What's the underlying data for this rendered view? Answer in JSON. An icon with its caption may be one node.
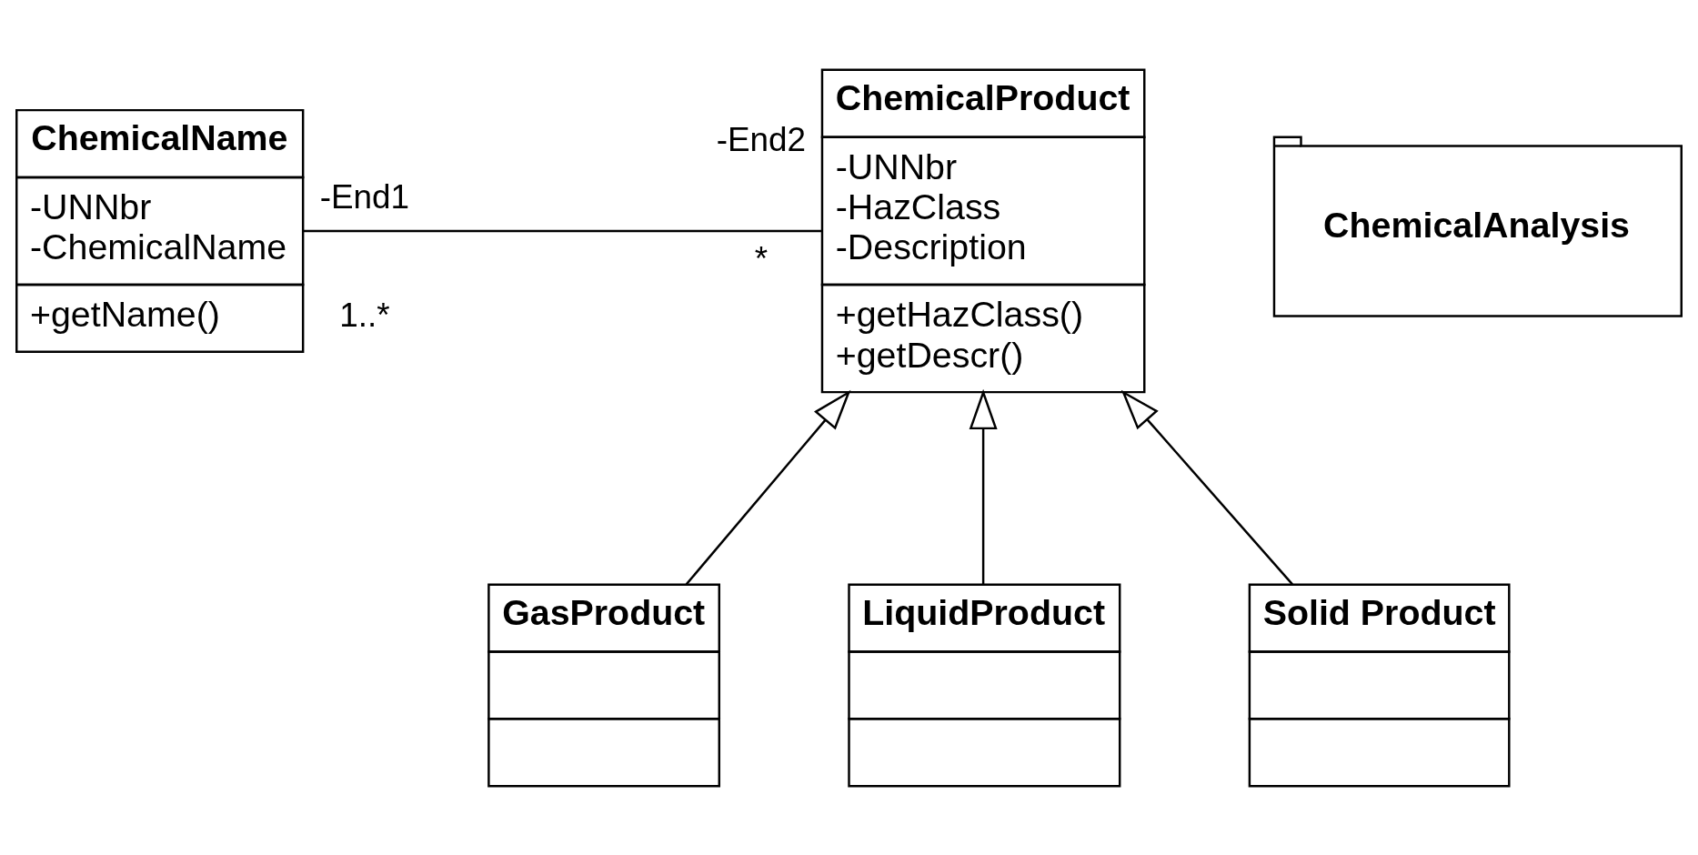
{
  "diagram": {
    "nodes": [
      {
        "text": [
          "ChemicalName",
          "-UNNbr",
          "-ChemicalName",
          "+getName()"
        ],
        "beside": [
          "-End1",
          "1..*"
        ]
      },
      {
        "text": [
          "ChemicalProduct",
          "-UNNbr",
          "-HazClass",
          "-Description",
          "+getHazClass()",
          "+getDescr()"
        ],
        "beside": [
          "-End2",
          "*"
        ]
      },
      {
        "text": [
          "ChemicalAnalysis"
        ]
      },
      {
        "text": [
          "GasProduct"
        ]
      },
      {
        "text": [
          "LiquidProduct"
        ]
      },
      {
        "text": [
          "Solid Product"
        ]
      }
    ],
    "edges": [
      {
        "from": 0,
        "to": 1,
        "arrow": "none"
      },
      {
        "from": 3,
        "to": 1,
        "arrow": "to"
      },
      {
        "from": 4,
        "to": 1,
        "arrow": "to"
      },
      {
        "from": 5,
        "to": 1,
        "arrow": "to"
      }
    ]
  }
}
